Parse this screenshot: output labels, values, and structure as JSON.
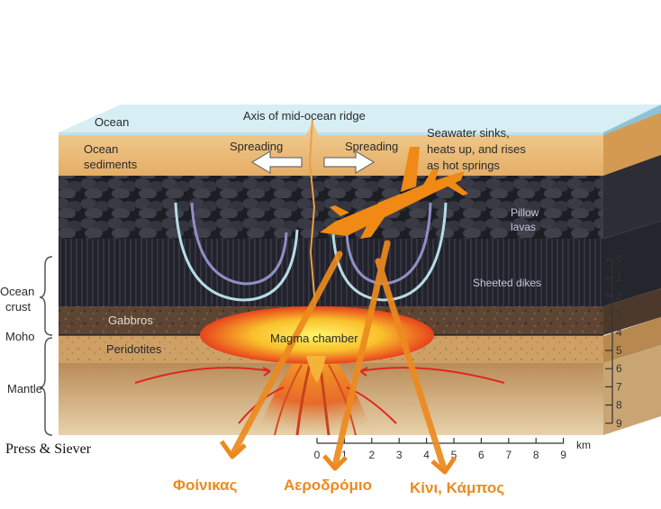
{
  "labels": {
    "ocean": "Ocean",
    "axis": "Axis of mid-ocean ridge",
    "ocean_sediments_1": "Ocean",
    "ocean_sediments_2": "sediments",
    "spreading_left": "Spreading",
    "spreading_right": "Spreading",
    "seawater_1": "Seawater sinks,",
    "seawater_2": "heats up, and rises",
    "seawater_3": "as hot springs",
    "pillow_1": "Pillow",
    "pillow_2": "lavas",
    "sheeted_dikes": "Sheeted dikes",
    "ocean_crust_1": "Ocean",
    "ocean_crust_2": "crust",
    "gabbros": "Gabbros",
    "moho": "Moho",
    "peridotites": "Peridotites",
    "magma_chamber": "Magma chamber",
    "mantle": "Mantle",
    "credit": "Press & Siever",
    "km_unit": "km"
  },
  "depth_scale": [
    "0",
    "1",
    "2",
    "3",
    "4",
    "5",
    "6",
    "7",
    "8",
    "9"
  ],
  "distance_scale": [
    "0",
    "1",
    "2",
    "3",
    "4",
    "5",
    "6",
    "7",
    "8",
    "9"
  ],
  "annotations": {
    "phoenix": "Φοίνικας",
    "airport": "Αεροδρόμιο",
    "kini": "Κίνι, Κάμπος"
  },
  "colors": {
    "annotation_orange": "#ec8a1e",
    "water": "#a9d6e5",
    "sediment": "#e9b877",
    "pillow_lava": "#2a2a32",
    "gabbro": "#5e4634",
    "mantle": "#b38452",
    "magma": "#f5a623"
  },
  "icons": {
    "airplane": "airplane-icon"
  }
}
